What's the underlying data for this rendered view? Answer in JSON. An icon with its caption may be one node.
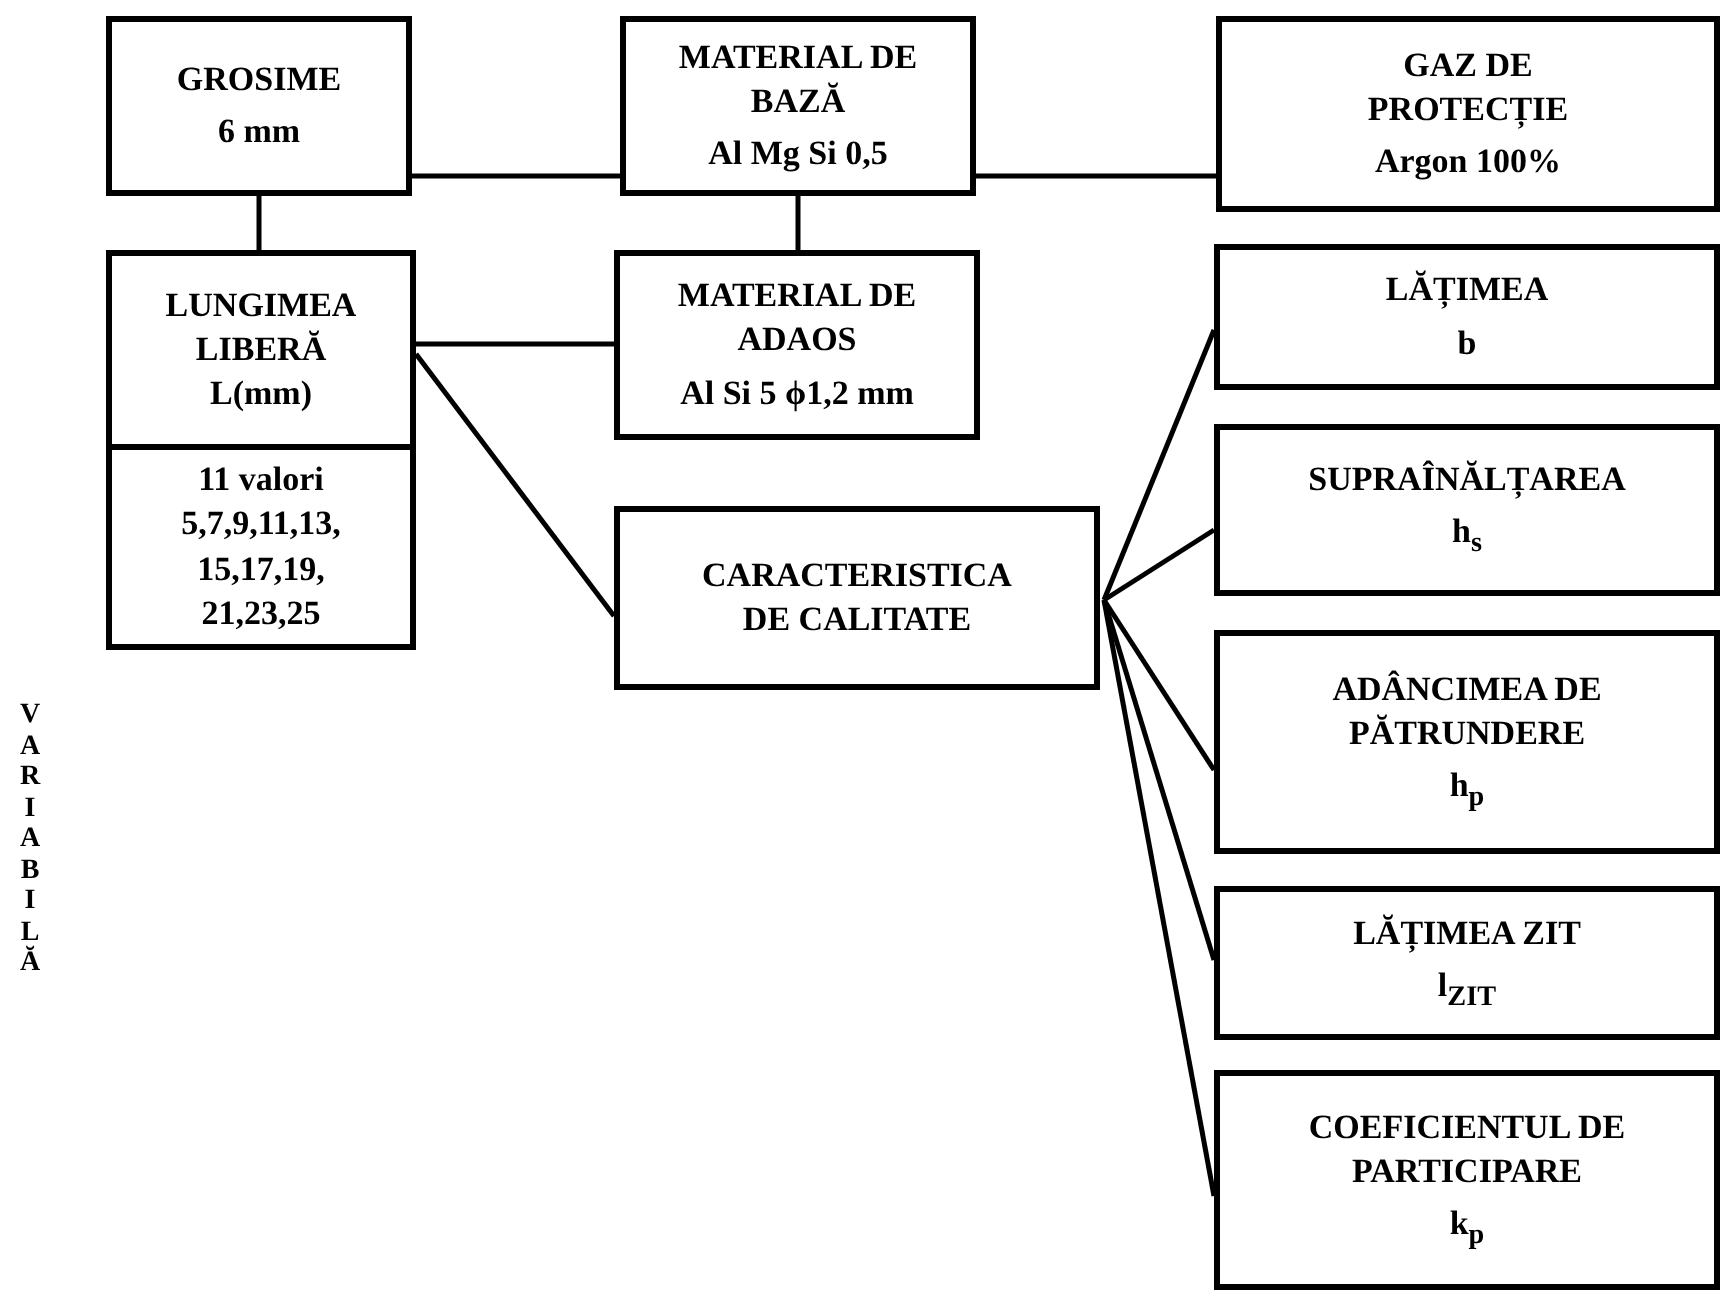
{
  "diagram": {
    "nodes": [
      {
        "text": [
          "GROSIME",
          "6 mm"
        ]
      },
      {
        "text": [
          "MATERIAL DE BAZĂ",
          "Al Mg Si 0,5"
        ]
      },
      {
        "text": [
          "GAZ DE PROTECȚIE",
          "Argon 100%"
        ]
      },
      {
        "text": [
          "LUNGIMEA LIBERĂ",
          "L(mm)",
          "11 valori",
          "5,7,9,11,13, 15,17,19, 21,23,25"
        ]
      },
      {
        "text": [
          "MATERIAL DE ADAOS",
          "Al Si 5 ϕ1,2 mm"
        ]
      },
      {
        "text": [
          "CARACTERISTICA DE CALITATE"
        ]
      },
      {
        "text": [
          "LĂȚIMEA",
          "b"
        ]
      },
      {
        "text": [
          "SUPRAÎNĂLȚAREA",
          "h$_{s}$"
        ]
      },
      {
        "text": [
          "ADÂNCIMEA DE PĂTRUNDERE",
          "h$_{p}$"
        ]
      },
      {
        "text": [
          "LĂȚIMEA ZIT",
          "l$_{ZIT}$"
        ]
      },
      {
        "text": [
          "COEFICIENTUL DE PARTICIPARE",
          "k$_{p}$"
        ]
      }
    ],
    "edges": [
      {
        "from": 0,
        "to": 1,
        "arrow": "none"
      },
      {
        "from": 1,
        "to": 2,
        "arrow": "none"
      },
      {
        "from": 0,
        "to": 3,
        "arrow": "none"
      },
      {
        "from": 1,
        "to": 4,
        "arrow": "none"
      },
      {
        "from": 3,
        "to": 4,
        "arrow": "none"
      },
      {
        "from": 3,
        "to": 5,
        "arrow": "none"
      },
      {
        "from": 5,
        "to": 6,
        "arrow": "none"
      },
      {
        "from": 5,
        "to": 7,
        "arrow": "none"
      },
      {
        "from": 5,
        "to": 8,
        "arrow": "none"
      },
      {
        "from": 5,
        "to": 9,
        "arrow": "none"
      },
      {
        "from": 5,
        "to": 10,
        "arrow": "none"
      }
    ],
    "labels": [
      "VARIABILĂ"
    ]
  }
}
